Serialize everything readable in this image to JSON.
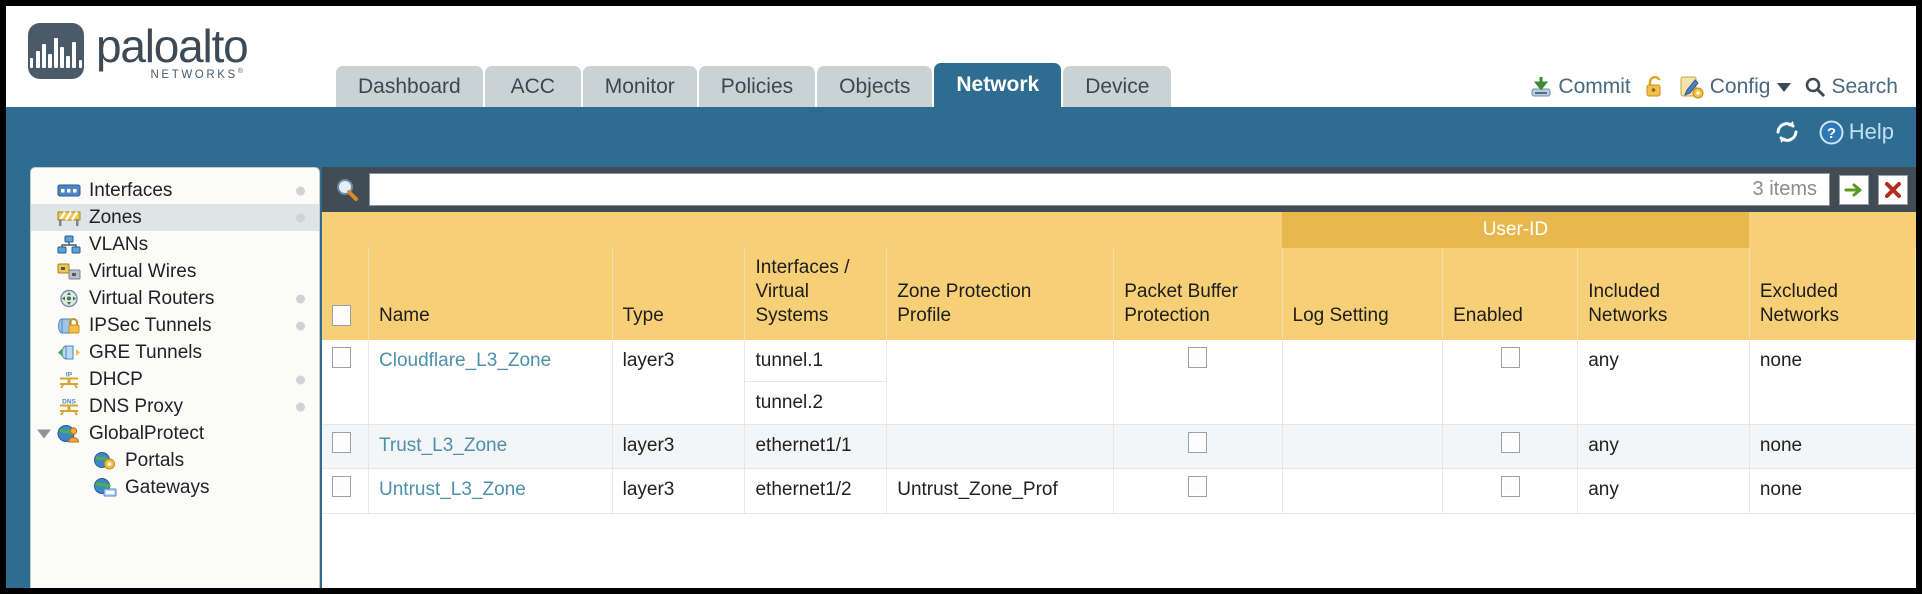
{
  "brand": {
    "name": "paloalto",
    "tagline": "NETWORKS",
    "registered": "®"
  },
  "nav": {
    "tabs": [
      {
        "label": "Dashboard",
        "active": false
      },
      {
        "label": "ACC",
        "active": false
      },
      {
        "label": "Monitor",
        "active": false
      },
      {
        "label": "Policies",
        "active": false
      },
      {
        "label": "Objects",
        "active": false
      },
      {
        "label": "Network",
        "active": true
      },
      {
        "label": "Device",
        "active": false
      }
    ]
  },
  "top_actions": {
    "commit": "Commit",
    "lock_icon": "padlock-icon",
    "config": "Config",
    "search": "Search"
  },
  "utility_bar": {
    "refresh_icon": "refresh-icon",
    "help": "Help"
  },
  "sidebar": {
    "items": [
      {
        "label": "Interfaces",
        "icon": "interfaces-icon",
        "selected": false,
        "dot": true,
        "child": false,
        "arrow": false
      },
      {
        "label": "Zones",
        "icon": "zones-icon",
        "selected": true,
        "dot": true,
        "child": false,
        "arrow": false
      },
      {
        "label": "VLANs",
        "icon": "vlans-icon",
        "selected": false,
        "dot": false,
        "child": false,
        "arrow": false
      },
      {
        "label": "Virtual Wires",
        "icon": "virtual-wires-icon",
        "selected": false,
        "dot": false,
        "child": false,
        "arrow": false
      },
      {
        "label": "Virtual Routers",
        "icon": "virtual-routers-icon",
        "selected": false,
        "dot": true,
        "child": false,
        "arrow": false
      },
      {
        "label": "IPSec Tunnels",
        "icon": "ipsec-tunnels-icon",
        "selected": false,
        "dot": true,
        "child": false,
        "arrow": false
      },
      {
        "label": "GRE Tunnels",
        "icon": "gre-tunnels-icon",
        "selected": false,
        "dot": false,
        "child": false,
        "arrow": false
      },
      {
        "label": "DHCP",
        "icon": "dhcp-icon",
        "selected": false,
        "dot": true,
        "child": false,
        "arrow": false
      },
      {
        "label": "DNS Proxy",
        "icon": "dns-proxy-icon",
        "selected": false,
        "dot": true,
        "child": false,
        "arrow": false
      },
      {
        "label": "GlobalProtect",
        "icon": "globalprotect-icon",
        "selected": false,
        "dot": false,
        "child": false,
        "arrow": true
      },
      {
        "label": "Portals",
        "icon": "portals-icon",
        "selected": false,
        "dot": false,
        "child": true,
        "arrow": false
      },
      {
        "label": "Gateways",
        "icon": "gateways-icon",
        "selected": false,
        "dot": false,
        "child": true,
        "arrow": false
      }
    ]
  },
  "filter": {
    "search_icon": "search-icon",
    "value": "",
    "placeholder": "",
    "items_count": "3 items",
    "apply_icon": "green-arrow-icon",
    "clear_icon": "red-x-icon"
  },
  "table": {
    "group_header": "User-ID",
    "columns": [
      "Name",
      "Type",
      "Interfaces / Virtual Systems",
      "Zone Protection Profile",
      "Packet Buffer Protection",
      "Log Setting",
      "Enabled",
      "Included Networks",
      "Excluded Networks"
    ],
    "columns_multiline": [
      [
        "Name"
      ],
      [
        "Type"
      ],
      [
        "Interfaces /",
        "Virtual",
        "Systems"
      ],
      [
        "Zone Protection",
        "Profile"
      ],
      [
        "Packet Buffer",
        "Protection"
      ],
      [
        "Log Setting"
      ],
      [
        "Enabled"
      ],
      [
        "Included",
        "Networks"
      ],
      [
        "Excluded",
        "Networks"
      ]
    ],
    "rows": [
      {
        "name": "Cloudflare_L3_Zone",
        "type": "layer3",
        "interfaces": [
          "tunnel.1",
          "tunnel.2"
        ],
        "zone_protection_profile": "",
        "packet_buffer_protection": false,
        "log_setting": "",
        "userid_enabled": false,
        "included_networks": "any",
        "excluded_networks": "none"
      },
      {
        "name": "Trust_L3_Zone",
        "type": "layer3",
        "interfaces": [
          "ethernet1/1"
        ],
        "zone_protection_profile": "",
        "packet_buffer_protection": false,
        "log_setting": "",
        "userid_enabled": false,
        "included_networks": "any",
        "excluded_networks": "none"
      },
      {
        "name": "Untrust_L3_Zone",
        "type": "layer3",
        "interfaces": [
          "ethernet1/2"
        ],
        "zone_protection_profile": "Untrust_Zone_Prof",
        "packet_buffer_protection": false,
        "log_setting": "",
        "userid_enabled": false,
        "included_networks": "any",
        "excluded_networks": "none"
      }
    ]
  },
  "colors": {
    "brand_blue": "#2e6c91",
    "header_gold": "#f6cf76",
    "group_gold": "#e6b84d",
    "link_teal": "#4c90ab"
  }
}
